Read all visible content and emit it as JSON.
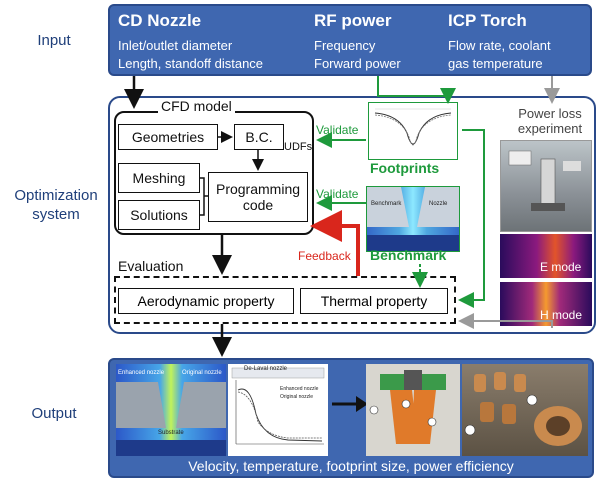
{
  "labels": {
    "input": "Input",
    "optimization": "Optimization system",
    "output": "Output"
  },
  "input": {
    "cd_nozzle": {
      "title": "CD Nozzle",
      "line1": "Inlet/outlet diameter",
      "line2": "Length, standoff distance"
    },
    "rf_power": {
      "title": "RF power",
      "line1": "Frequency",
      "line2": "Forward power"
    },
    "icp_torch": {
      "title": "ICP Torch",
      "line1": "Flow rate, coolant",
      "line2": "gas temperature"
    }
  },
  "cfd": {
    "title": "CFD model",
    "geometries": "Geometries",
    "bc": "B.C.",
    "udfs": "UDFs",
    "meshing": "Meshing",
    "solutions": "Solutions",
    "programming": "Programming code"
  },
  "validate1": "Validate",
  "validate2": "Validate",
  "footprints": "Footprints",
  "benchmark": "Benchmark",
  "benchmark_tag1": "Benchmark",
  "benchmark_tag2": "Nozzle",
  "power_loss": "Power loss experiment",
  "e_mode": "E mode",
  "h_mode": "H mode",
  "feedback": "Feedback",
  "evaluation": {
    "title": "Evaluation",
    "aero": "Aerodynamic property",
    "thermal": "Thermal property"
  },
  "output": {
    "caption": "Velocity, temperature, footprint size, power efficiency",
    "enhanced_nozzle": "Enhanced nozzle",
    "original_nozzle": "Original nozzle",
    "substrate": "Substrate",
    "delaval": "De-Laval nozzle",
    "legend_enh": "Enhanced nozzle",
    "legend_orig": "Original nozzle"
  },
  "colors": {
    "panel_blue": "#3f67b0",
    "green": "#1e9a3c",
    "red": "#d9261c",
    "gray_arrow": "#9a9a9a"
  }
}
